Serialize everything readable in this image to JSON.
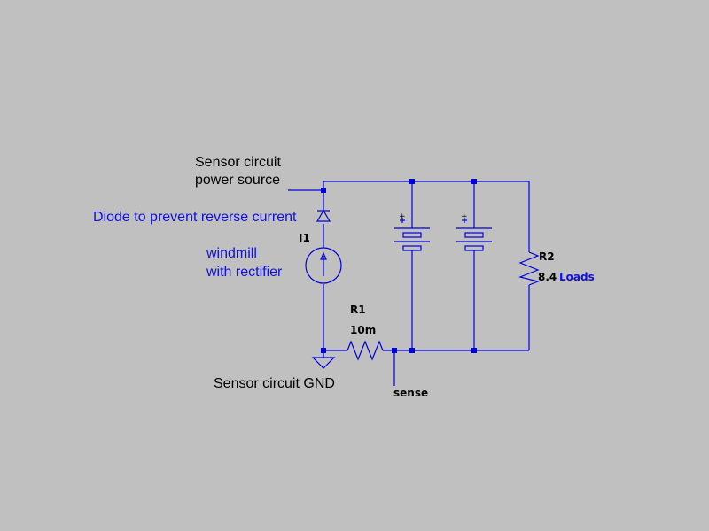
{
  "colors": {
    "background": "#c0c0c0",
    "wire": "#0000e0",
    "comment_blue": "#1010e0",
    "text_black": "#000000"
  },
  "annotations": {
    "power_source_line1": "Sensor circuit",
    "power_source_line2": "power source",
    "diode_comment": "Diode to prevent reverse current",
    "windmill_line1": "windmill",
    "windmill_line2": "with rectifier",
    "gnd_comment": "Sensor circuit GND"
  },
  "components": {
    "current_source": {
      "ref": "I1",
      "symbol": "current-source"
    },
    "shunt_resistor": {
      "ref": "R1",
      "value": "10m"
    },
    "load_resistor": {
      "ref": "R2",
      "value": "8.4",
      "value_note": "Loads"
    },
    "battery_1": {
      "symbol": "battery",
      "polarity": "+"
    },
    "battery_2": {
      "symbol": "battery",
      "polarity": "+"
    },
    "diode": {
      "symbol": "diode"
    },
    "ground": {
      "symbol": "ground"
    }
  },
  "net_labels": {
    "sense": "sense"
  }
}
